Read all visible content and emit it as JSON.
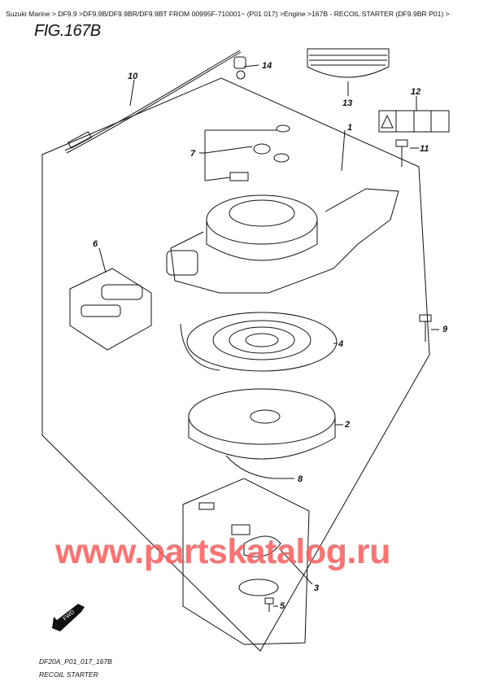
{
  "breadcrumb": "Suzuki Marine > DF9.9 >DF9.9B/DF9.9BR/DF9.9BT FROM 00995F-710001~ (P01 017) >Engine >167B - RECOIL STARTER (DF9.9BR P01) >",
  "figure_title": "FIG.167B",
  "callouts": [
    "1",
    "2",
    "3",
    "4",
    "5",
    "6",
    "7",
    "8",
    "9",
    "10",
    "11",
    "12",
    "13",
    "14"
  ],
  "fwd_label": "FWD",
  "watermark": "www.partskatalog.ru",
  "diagram_code": "DF20A_P01_017_167B",
  "diagram_name": "RECOIL STARTER"
}
